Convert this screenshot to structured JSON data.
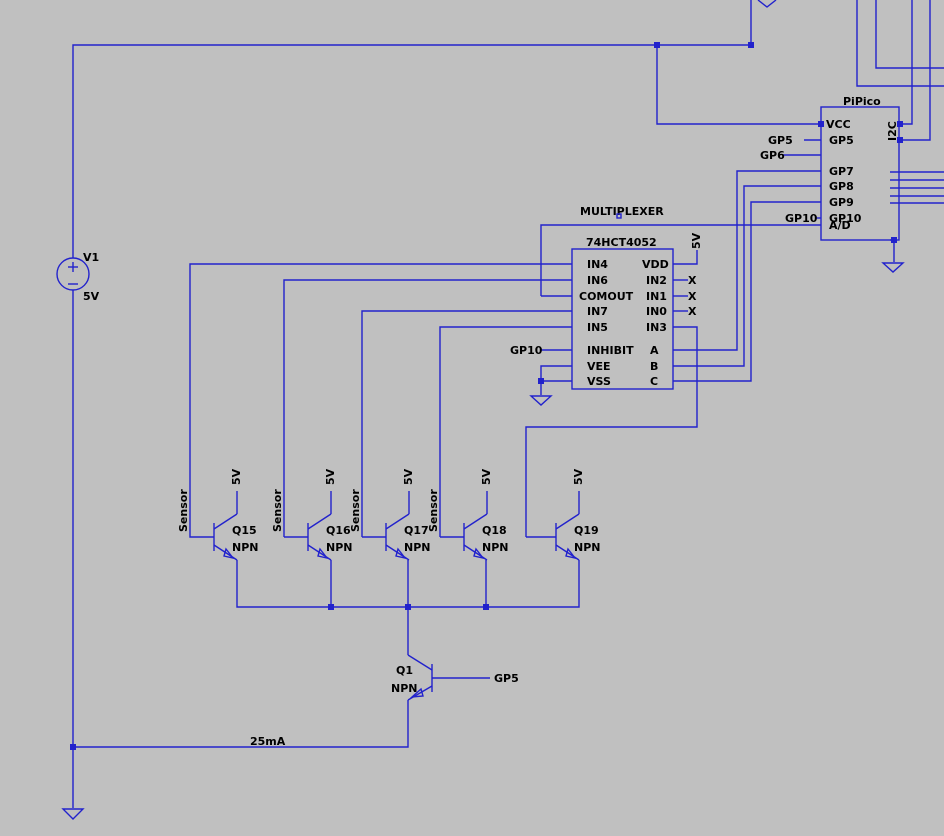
{
  "source": {
    "name": "V1",
    "value": "5V"
  },
  "current_label": "25mA",
  "pico": {
    "name": "PiPico",
    "left_pins": [
      "VCC",
      "GP5",
      "GP7",
      "GP8",
      "GP9",
      "GP10",
      "A/D"
    ],
    "right_pin": "I2C",
    "net_labels": {
      "gp5": "GP5",
      "gp6": "GP6",
      "gp10": "GP10"
    }
  },
  "mux": {
    "title": "MULTIPLEXER",
    "name": "74HCT4052",
    "left_pins": [
      "IN4",
      "IN6",
      "COMOUT",
      "IN7",
      "IN5",
      "INHIBIT",
      "VEE",
      "VSS"
    ],
    "right_pins": [
      "VDD",
      "IN2",
      "IN1",
      "IN0",
      "IN3",
      "A",
      "B",
      "C"
    ],
    "supply": "5V",
    "nc": "X",
    "inhibit_label": "GP10"
  },
  "sensors": [
    {
      "name": "Q15",
      "type": "NPN",
      "label": "Sensor",
      "supply": "5V"
    },
    {
      "name": "Q16",
      "type": "NPN",
      "label": "Sensor",
      "supply": "5V"
    },
    {
      "name": "Q17",
      "type": "NPN",
      "label": "Sensor",
      "supply": "5V"
    },
    {
      "name": "Q18",
      "type": "NPN",
      "label": "Sensor",
      "supply": "5V"
    },
    {
      "name": "Q19",
      "type": "NPN",
      "label": "",
      "supply": "5V"
    }
  ],
  "driver": {
    "name": "Q1",
    "type": "NPN",
    "base_label": "GP5"
  }
}
